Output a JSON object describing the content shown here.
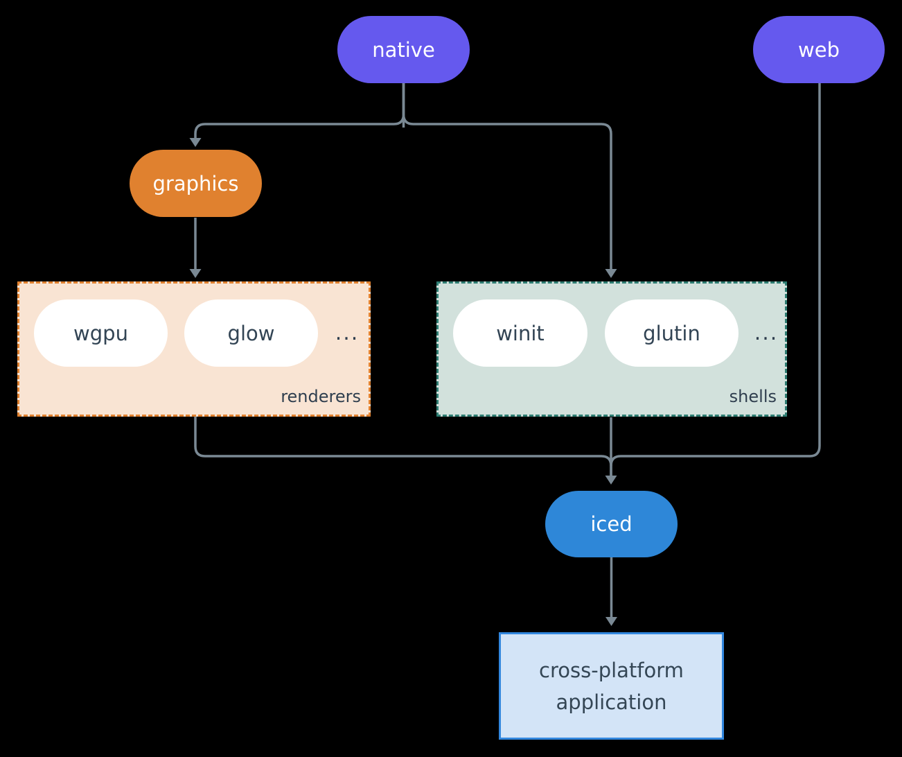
{
  "background_color": "#000000",
  "colors": {
    "edge_line": "#7A8994",
    "purple_node": "#6559EE",
    "orange_node": "#E0812F",
    "blue_node": "#2E87D8",
    "white_pill": "#FFFFFF",
    "pill_text_dark": "#324454",
    "group_label_text": "#2F3E4E",
    "renderers_bg": "#F9E4D3",
    "renderers_border": "#E0812F",
    "shells_bg": "#D2E1DC",
    "shells_border": "#2E7D72",
    "app_bg": "#D3E4F7",
    "app_border": "#3287DE"
  },
  "nodes": {
    "native": {
      "label": "native"
    },
    "web": {
      "label": "web"
    },
    "graphics": {
      "label": "graphics"
    },
    "iced": {
      "label": "iced"
    },
    "app": {
      "label": "cross-platform application"
    }
  },
  "groups": {
    "renderers": {
      "label": "renderers",
      "items": [
        "wgpu",
        "glow"
      ],
      "more": "..."
    },
    "shells": {
      "label": "shells",
      "items": [
        "winit",
        "glutin"
      ],
      "more": "..."
    }
  }
}
